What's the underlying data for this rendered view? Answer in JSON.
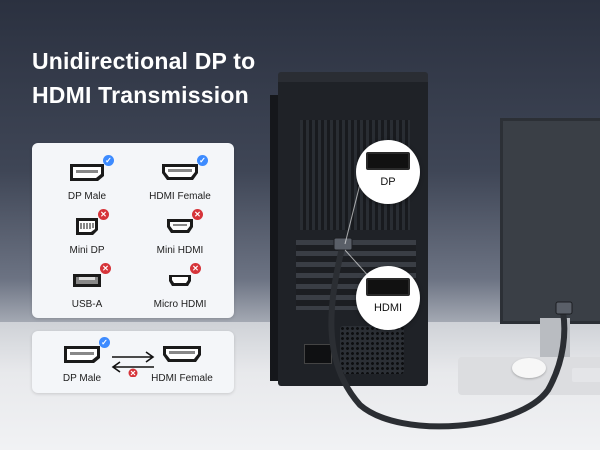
{
  "headline": {
    "line1": "Unidirectional DP to",
    "line2": "HDMI Transmission"
  },
  "compatibility": {
    "items": [
      {
        "label": "DP Male",
        "status": "supported",
        "icon": "dp-port-icon"
      },
      {
        "label": "HDMI Female",
        "status": "supported",
        "icon": "hdmi-port-icon"
      },
      {
        "label": "Mini DP",
        "status": "unsupported",
        "icon": "mini-dp-port-icon"
      },
      {
        "label": "Mini HDMI",
        "status": "unsupported",
        "icon": "mini-hdmi-port-icon"
      },
      {
        "label": "USB-A",
        "status": "unsupported",
        "icon": "usb-a-port-icon"
      },
      {
        "label": "Micro HDMI",
        "status": "unsupported",
        "icon": "micro-hdmi-port-icon"
      }
    ]
  },
  "direction": {
    "source": "DP Male",
    "target": "HDMI Female"
  },
  "callouts": {
    "top": "DP",
    "bottom": "HDMI"
  },
  "colors": {
    "supported": "#3d8bff",
    "unsupported": "#d6343a"
  }
}
